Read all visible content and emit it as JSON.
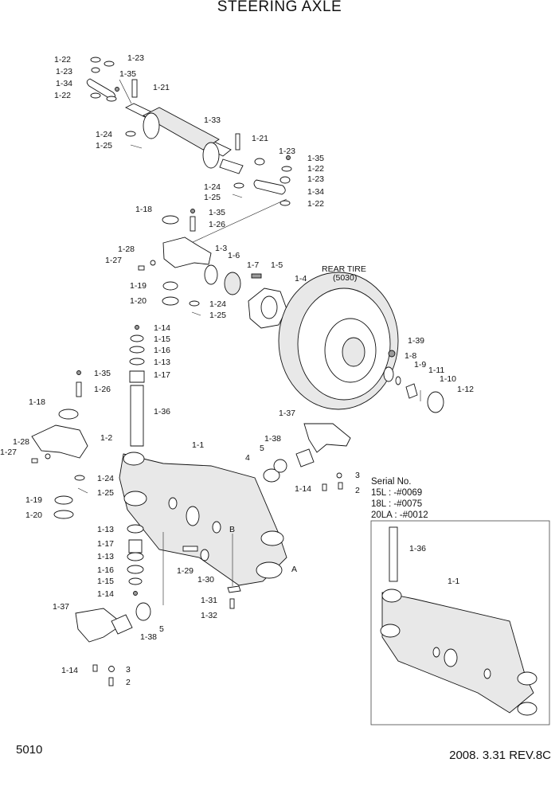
{
  "title": "STEERING AXLE",
  "page_number": "5010",
  "revision": "2008. 3.31  REV.8C",
  "serial": {
    "heading": "Serial No.",
    "lines": [
      "15L : -#0069",
      "18L : -#0075",
      "20LA : -#0012"
    ]
  },
  "tire_label": {
    "name": "REAR TIRE",
    "code": "(5030)"
  },
  "ref_letters": {
    "a": "A",
    "b": "B"
  },
  "callouts": {
    "c1": "1-22",
    "c2": "1-23",
    "c3": "1-34",
    "c4": "1-22",
    "c5": "1-23",
    "c6": "1-35",
    "c7": "1-21",
    "c8": "1-33",
    "c9": "1-24",
    "c10": "1-25",
    "c11": "1-21",
    "c12": "1-23",
    "c13": "1-35",
    "c14": "1-22",
    "c15": "1-23",
    "c16": "1-34",
    "c17": "1-22",
    "c18": "1-24",
    "c19": "1-25",
    "c20": "1-18",
    "c21": "1-35",
    "c22": "1-26",
    "c23": "1-3",
    "c24": "1-28",
    "c25": "1-27",
    "c26": "1-6",
    "c27": "1-7",
    "c28": "1-5",
    "c29": "1-4",
    "c30": "1-19",
    "c31": "1-20",
    "c32": "1-24",
    "c33": "1-25",
    "c34": "1-14",
    "c35": "1-15",
    "c36": "1-16",
    "c37": "1-13",
    "c38": "1-17",
    "c39": "1-39",
    "c40": "1-8",
    "c41": "1-9",
    "c42": "1-11",
    "c43": "1-10",
    "c44": "1-12",
    "c45": "1-35",
    "c46": "1-26",
    "c47": "1-36",
    "c48": "1-18",
    "c49": "1-2",
    "c50": "1-28",
    "c51": "1-27",
    "c52": "1-24",
    "c53": "1-25",
    "c54": "1-19",
    "c55": "1-20",
    "c56": "1-37",
    "c57": "1-38",
    "c58": "5",
    "c59": "4",
    "c60": "1-1",
    "c61": "3",
    "c62": "2",
    "c63": "1-14",
    "c64": "1-13",
    "c65": "1-17",
    "c66": "1-13",
    "c67": "1-16",
    "c68": "1-15",
    "c69": "1-14",
    "c70": "1-29",
    "c71": "1-30",
    "c72": "1-31",
    "c73": "1-32",
    "c74": "1-37",
    "c75": "1-38",
    "c76": "5",
    "c77": "1-14",
    "c78": "3",
    "c79": "2",
    "c80": "1-36",
    "c81": "1-1"
  }
}
